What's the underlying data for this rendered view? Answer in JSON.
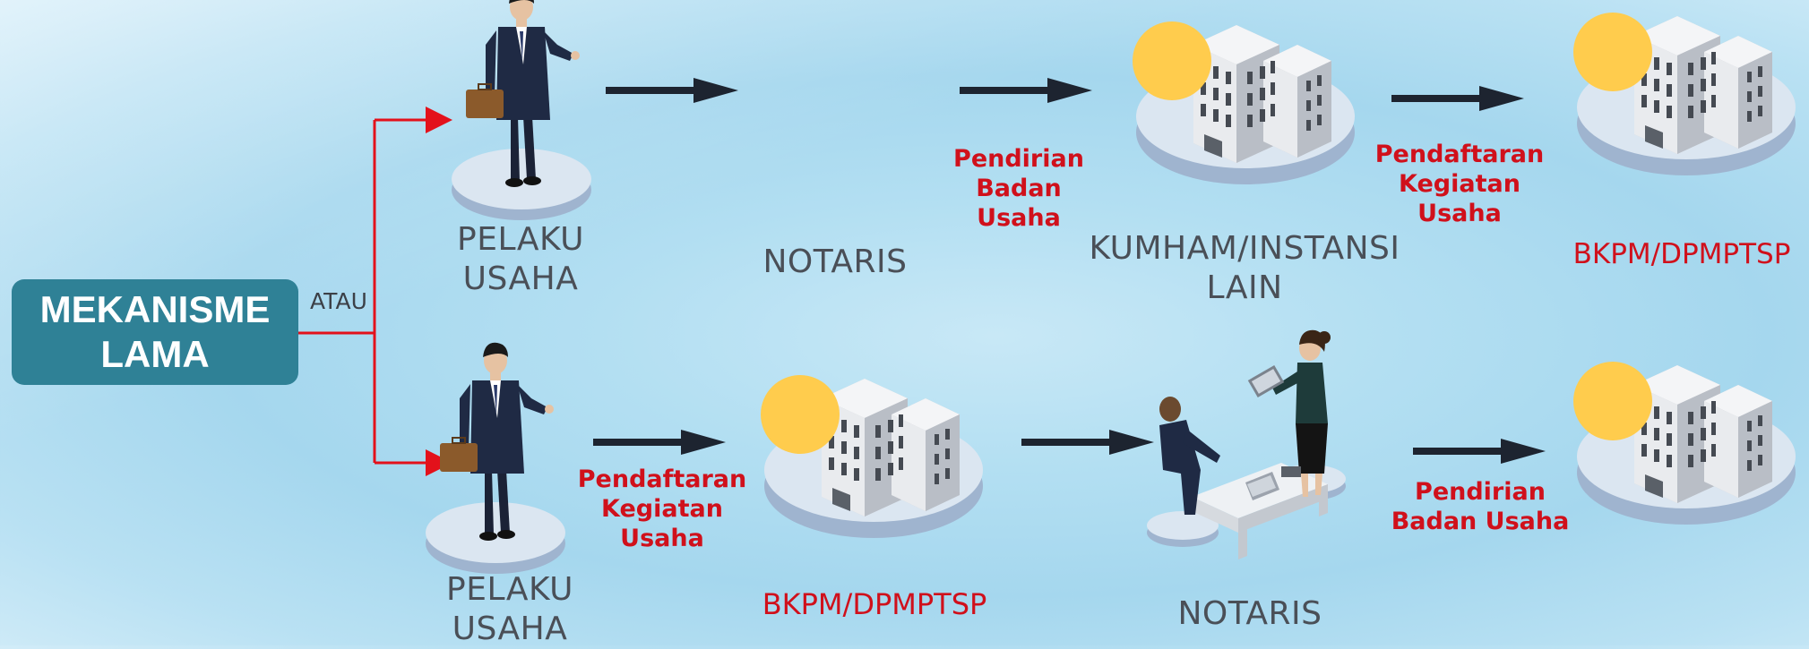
{
  "mechanism": {
    "title": "MEKANISME\nLAMA",
    "branch_label": "ATAU"
  },
  "top_flow": {
    "actor": "PELAKU\nUSAHA",
    "notaris": "NOTARIS",
    "step1_label": "Pendirian\nBadan Usaha",
    "kumham": "KUMHAM/INSTANSI\nLAIN",
    "step2_label": "Pendaftaran\nKegiatan Usaha",
    "bkpm": "BKPM/DPMPTSP"
  },
  "bottom_flow": {
    "actor": "PELAKU\nUSAHA",
    "step1_label": "Pendaftaran\nKegiatan Usaha",
    "bkpm": "BKPM/DPMPTSP",
    "notaris": "NOTARIS",
    "step2_label": "Pendirian\nBadan Usaha"
  },
  "colors": {
    "red": "#d0101b",
    "box": "#2f8196",
    "arrow": "#1d2430",
    "sun": "#ffcc4d",
    "gray_text": "#4a4f57"
  },
  "icons": [
    "businessman-icon",
    "building-icon",
    "office-team-icon",
    "arrow-right-icon"
  ]
}
